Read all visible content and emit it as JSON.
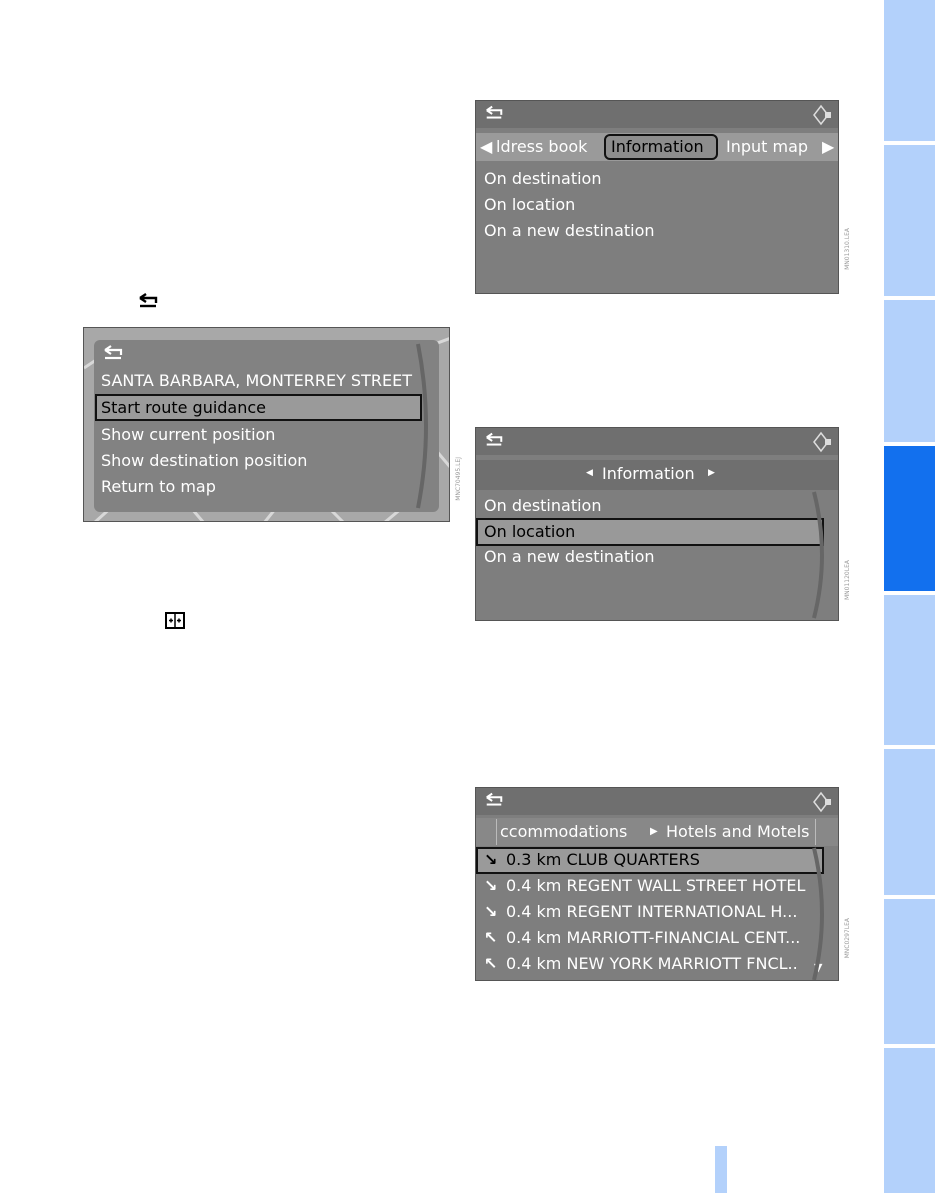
{
  "map_menu": {
    "title": "SANTA BARBARA, MONTERREY STREET",
    "items": [
      "Start route guidance",
      "Show current position",
      "Show destination position",
      "Return to map"
    ],
    "code": "MNC70495.LEJ"
  },
  "info_tabs": {
    "tabs": [
      "ldress book",
      "Information",
      "Input map"
    ],
    "items": [
      "On destination",
      "On location",
      "On a new destination"
    ],
    "code": "MN01310.LEA"
  },
  "info_menu": {
    "header": "Information",
    "items": [
      "On destination",
      "On location",
      "On a new destination"
    ],
    "code": "MN01120LEA"
  },
  "poi_list": {
    "category": "ccommodations",
    "subcategory": "Hotels and Motels",
    "items": [
      {
        "dir": "↘",
        "text": "0.3 km CLUB QUARTERS"
      },
      {
        "dir": "↘",
        "text": "0.4 km REGENT WALL STREET HOTEL"
      },
      {
        "dir": "↘",
        "text": "0.4 km REGENT INTERNATIONAL H..."
      },
      {
        "dir": "↖",
        "text": "0.4 km MARRIOTT-FINANCIAL CENT..."
      },
      {
        "dir": "↖",
        "text": "0.4 km NEW YORK MARRIOTT FNCL.."
      }
    ],
    "code": "MNC0297LEA"
  },
  "colors": {
    "tab_light": "#b3d1fb",
    "tab_active": "#1270ee",
    "screen_bg": "#7e7e7e"
  },
  "icons": {
    "back": "back-arrow-icon",
    "controller": "controller-icon",
    "split_screen": "split-screen-icon"
  }
}
